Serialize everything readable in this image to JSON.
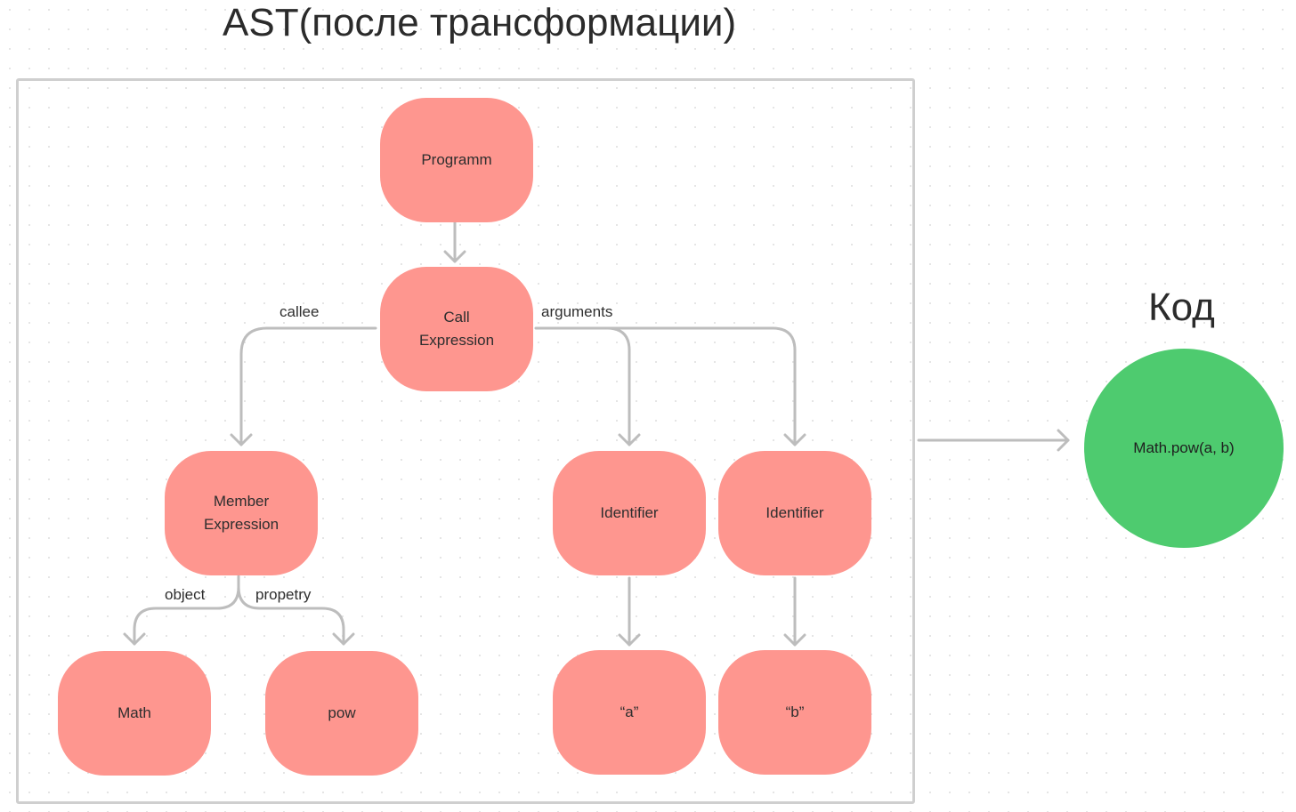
{
  "title": "AST(после трансформации)",
  "code_section": {
    "title": "Код",
    "result": "Math.pow(a, b)"
  },
  "nodes": {
    "programm": "Programm",
    "call_expression": "Call\nExpression",
    "member_expression": "Member\nExpression",
    "identifier_a": "Identifier",
    "identifier_b": "Identifier",
    "math": "Math",
    "pow": "pow",
    "literal_a": "“a”",
    "literal_b": "“b”"
  },
  "edge_labels": {
    "callee": "callee",
    "arguments": "arguments",
    "object": "object",
    "property": "propetry"
  },
  "colors": {
    "node": "#fe968f",
    "result": "#4ecb6f",
    "connector": "#bdbdbd",
    "frame": "#cfcfcf"
  }
}
